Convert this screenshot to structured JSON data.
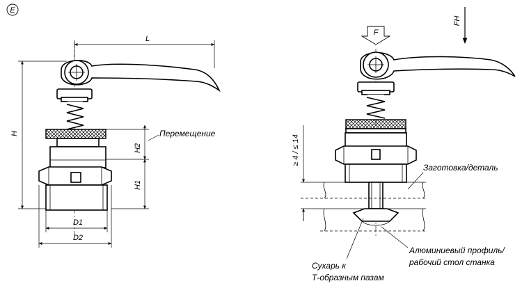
{
  "symbol": "E",
  "left_view": {
    "dimensions": {
      "L": "L",
      "H": "H",
      "H1": "H1",
      "H2": "H2",
      "D1": "D1",
      "D2": "D2"
    },
    "travel_label": "Перемещение"
  },
  "right_view": {
    "force": "F",
    "force_h": "FH",
    "thickness_range": "≥ 4 / ≤ 14",
    "workpiece_label": "Заготовка/деталь",
    "profile_label_line1": "Алюминиевый профиль/",
    "profile_label_line2": "рабочий стол станка",
    "nut_label_line1": "Сухарь к",
    "nut_label_line2": "Т-образным пазам"
  }
}
